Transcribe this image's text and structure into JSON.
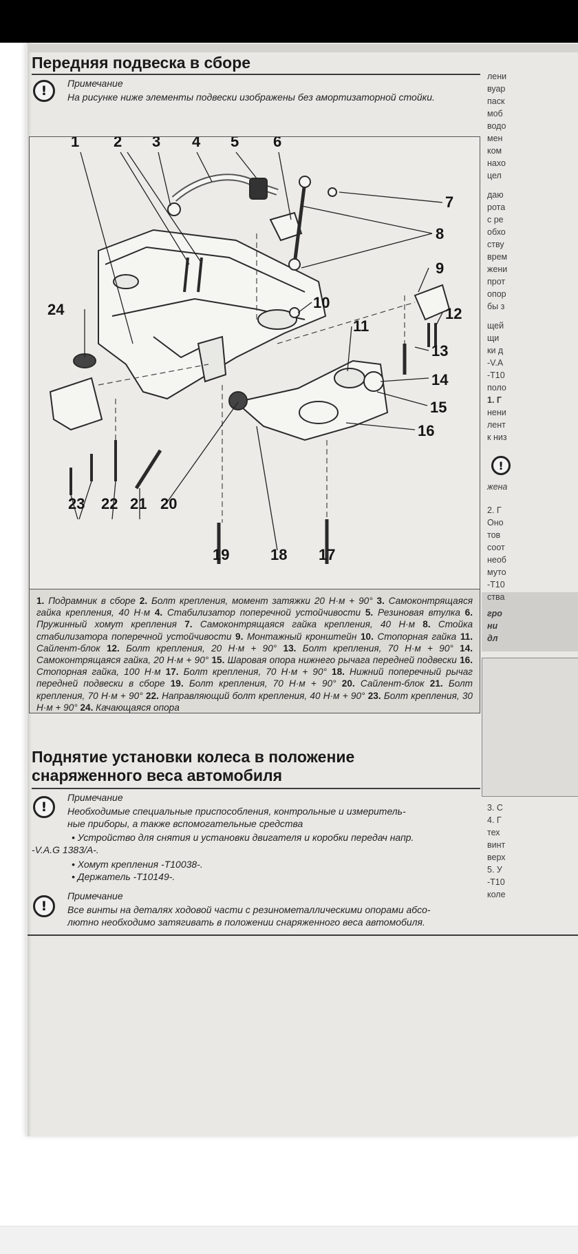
{
  "section1": {
    "title": "Передняя подвеска в сборе",
    "note_heading": "Примечание",
    "note_text": "На рисунке ниже элементы подвески изображены без амортизаторной стойки."
  },
  "figure": {
    "callouts": [
      "1",
      "2",
      "3",
      "4",
      "5",
      "6",
      "7",
      "8",
      "9",
      "10",
      "11",
      "12",
      "13",
      "14",
      "15",
      "16",
      "17",
      "18",
      "19",
      "20",
      "21",
      "22",
      "23",
      "24"
    ]
  },
  "caption": {
    "items": [
      {
        "num": "1.",
        "text": " Подрамник в сборе "
      },
      {
        "num": "2.",
        "text": " Болт крепления, момент затяжки 20 Н·м + 90° "
      },
      {
        "num": "3.",
        "text": " Самоконтрящаяся гайка крепления, 40 Н·м "
      },
      {
        "num": "4.",
        "text": " Стабилизатор поперечной устойчивости "
      },
      {
        "num": "5.",
        "text": " Резиновая втулка "
      },
      {
        "num": "6.",
        "text": " Пружинный хомут крепления "
      },
      {
        "num": "7.",
        "text": " Самоконтрящаяся гайка крепления, 40 Н·м "
      },
      {
        "num": "8.",
        "text": " Стойка стабилизатора поперечной устойчивости "
      },
      {
        "num": "9.",
        "text": " Монтажный кронштейн "
      },
      {
        "num": "10.",
        "text": " Стопорная гайка "
      },
      {
        "num": "11.",
        "text": " Сайлент-блок "
      },
      {
        "num": "12.",
        "text": " Болт крепления, 20 Н·м + 90° "
      },
      {
        "num": "13.",
        "text": " Болт крепления, 70 Н·м + 90° "
      },
      {
        "num": "14.",
        "text": " Самоконтрящаяся гайка, 20 Н·м + 90° "
      },
      {
        "num": "15.",
        "text": " Шаровая опора нижнего рычага передней подвески "
      },
      {
        "num": "16.",
        "text": " Стопорная гайка, 100 Н·м "
      },
      {
        "num": "17.",
        "text": " Болт крепления, 70 Н·м + 90° "
      },
      {
        "num": "18.",
        "text": " Нижний поперечный рычаг передней подвески в сборе "
      },
      {
        "num": "19.",
        "text": " Болт крепления, 70 Н·м + 90° "
      },
      {
        "num": "20.",
        "text": " Сайлент-блок "
      },
      {
        "num": "21.",
        "text": " Болт крепления, 70 Н·м + 90° "
      },
      {
        "num": "22.",
        "text": " Направляющий болт крепления, 40 Н·м + 90° "
      },
      {
        "num": "23.",
        "text": " Болт крепления, 30 Н·м + 90° "
      },
      {
        "num": "24.",
        "text": " Качающаяся опора"
      }
    ]
  },
  "section2": {
    "title_line1": "Поднятие установки колеса в положение",
    "title_line2": "снаряженного веса автомобиля",
    "note1_heading": "Примечание",
    "note1_text_line1": "Необходимые специальные приспособления, контрольные и измеритель-",
    "note1_text_line2": "ные приборы, а также вспомогательные средства",
    "bullet1_line1": "• Устройство для снятия и установки двигателя и коробки передач напр.",
    "bullet1_line2": "-V.A.G 1383/A-.",
    "bullet2": "• Хомут крепления -T10038-.",
    "bullet3": "• Держатель -T10149-.",
    "note2_heading": "Примечание",
    "note2_text_line1": "Все винты на деталях ходовой части с резинометаллическими опорами абсо-",
    "note2_text_line2": "лютно необходимо затягивать в положении снаряженного веса автомобиля."
  },
  "right_column": {
    "lines_top": [
      "лени",
      "вуар",
      "паск",
      "моб",
      "водо",
      "мен",
      "ком",
      "нахо",
      "цел"
    ],
    "lines_mid": [
      "даю",
      "рота",
      "с ре",
      "обхо",
      "ству",
      "врем",
      "жени",
      "прот",
      "опор",
      "бы з"
    ],
    "lines_mid2": [
      "щей",
      "щи",
      "ки д",
      "-V.A",
      "-T10",
      "поло",
      "1. Г",
      "нени",
      "лент",
      "к низ"
    ],
    "note_word": "жена",
    "lines_low": [
      "2. Г",
      "Оно",
      "тов",
      "соот",
      "необ",
      "муто",
      "-T10",
      "ства"
    ],
    "bold_lines": [
      "гро",
      "ни",
      "дл"
    ],
    "lines_bottom": [
      "3. С",
      "4. Г",
      "тех",
      "винт",
      "верх",
      "5. У",
      "-T10",
      "коле"
    ]
  }
}
